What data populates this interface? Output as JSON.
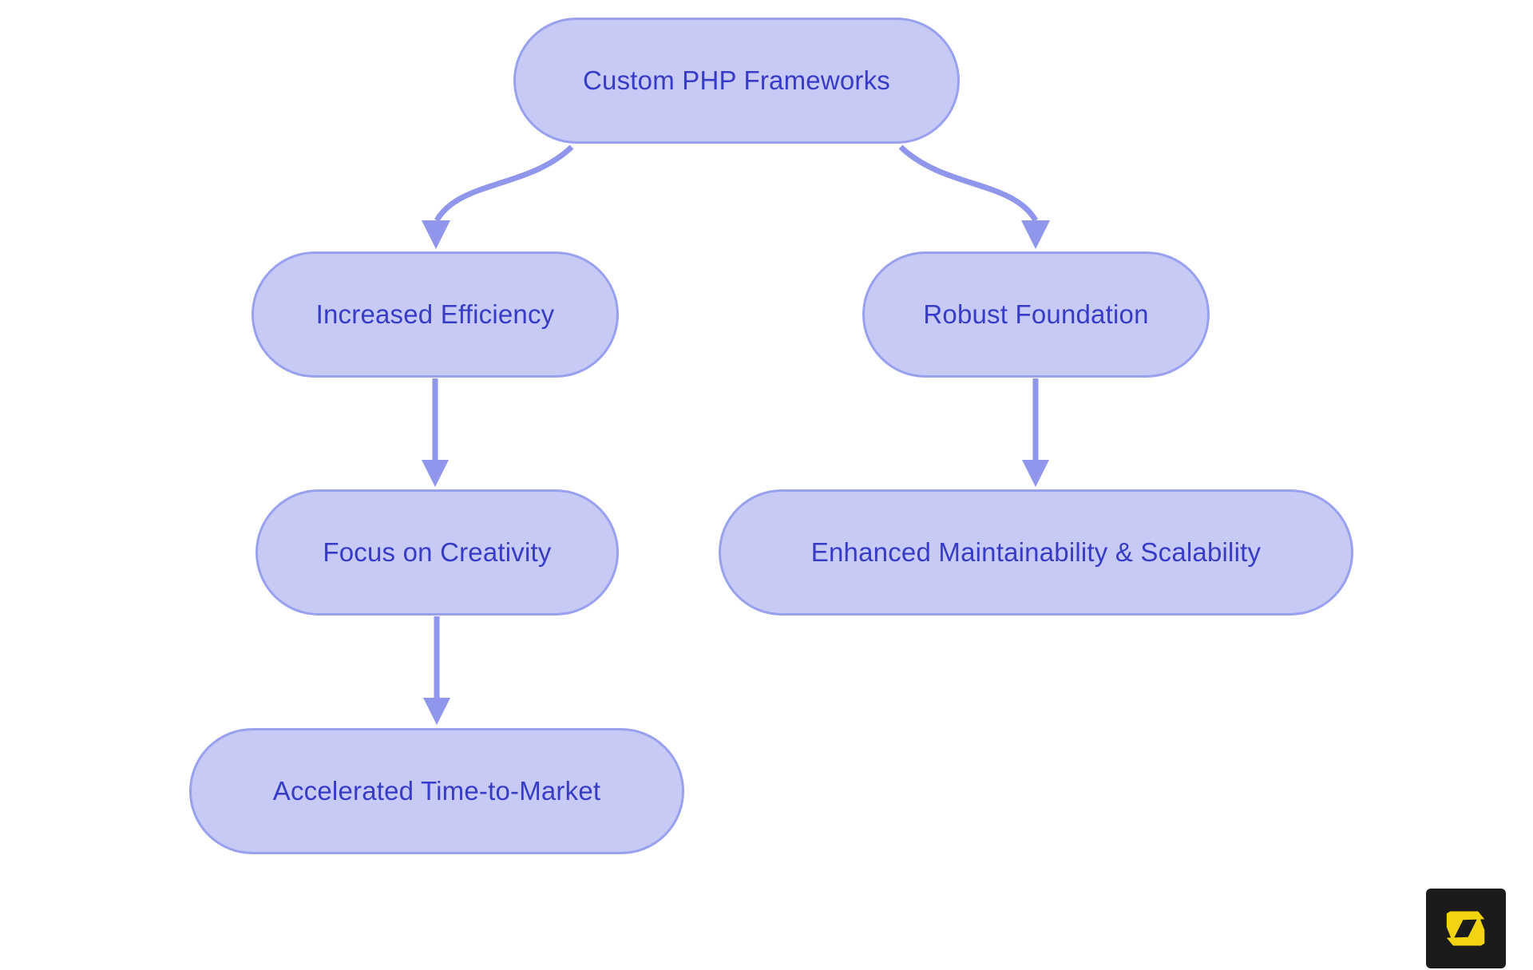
{
  "diagram": {
    "type": "flowchart",
    "nodes": [
      {
        "id": "custom-php-frameworks",
        "label": "Custom PHP Frameworks"
      },
      {
        "id": "increased-efficiency",
        "label": "Increased Efficiency"
      },
      {
        "id": "robust-foundation",
        "label": "Robust Foundation"
      },
      {
        "id": "focus-on-creativity",
        "label": "Focus on Creativity"
      },
      {
        "id": "enhanced-maintainability-scalability",
        "label": "Enhanced Maintainability & Scalability"
      },
      {
        "id": "accelerated-time-to-market",
        "label": "Accelerated Time-to-Market"
      }
    ],
    "edges": [
      {
        "from": "custom-php-frameworks",
        "to": "increased-efficiency"
      },
      {
        "from": "custom-php-frameworks",
        "to": "robust-foundation"
      },
      {
        "from": "increased-efficiency",
        "to": "focus-on-creativity"
      },
      {
        "from": "robust-foundation",
        "to": "enhanced-maintainability-scalability"
      },
      {
        "from": "focus-on-creativity",
        "to": "accelerated-time-to-market"
      }
    ],
    "colors": {
      "node_fill": "#c8caf6",
      "node_border": "#99a0ee",
      "arrow": "#8f96ec",
      "text": "#363cc5",
      "background": "#ffffff"
    }
  },
  "logo": {
    "glyph": "S",
    "background": "#1b1b1b",
    "glyph_color": "#f2d411"
  }
}
